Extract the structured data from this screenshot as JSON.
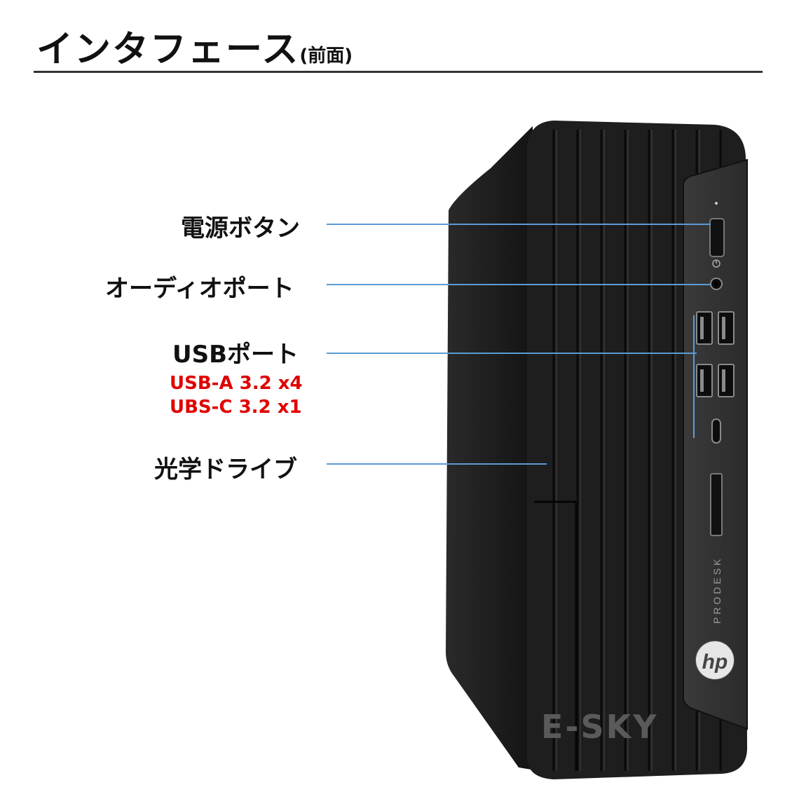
{
  "header": {
    "title": "インタフェース",
    "subtitle": "(前面)"
  },
  "callouts": {
    "power": "電源ボタン",
    "audio": "オーディオポート",
    "usb": "USBポート",
    "usb_spec_a": "USB-A 3.2 x4",
    "usb_spec_c": "UBS-C 3.2 x1",
    "optical": "光学ドライブ"
  },
  "device": {
    "brand_text": "PRODESK",
    "logo": "hp-logo",
    "watermark": "E-SKY"
  },
  "colors": {
    "callout_line": "#5b9bd5",
    "spec_text": "#e00000",
    "chassis": "#1c1c1c"
  }
}
